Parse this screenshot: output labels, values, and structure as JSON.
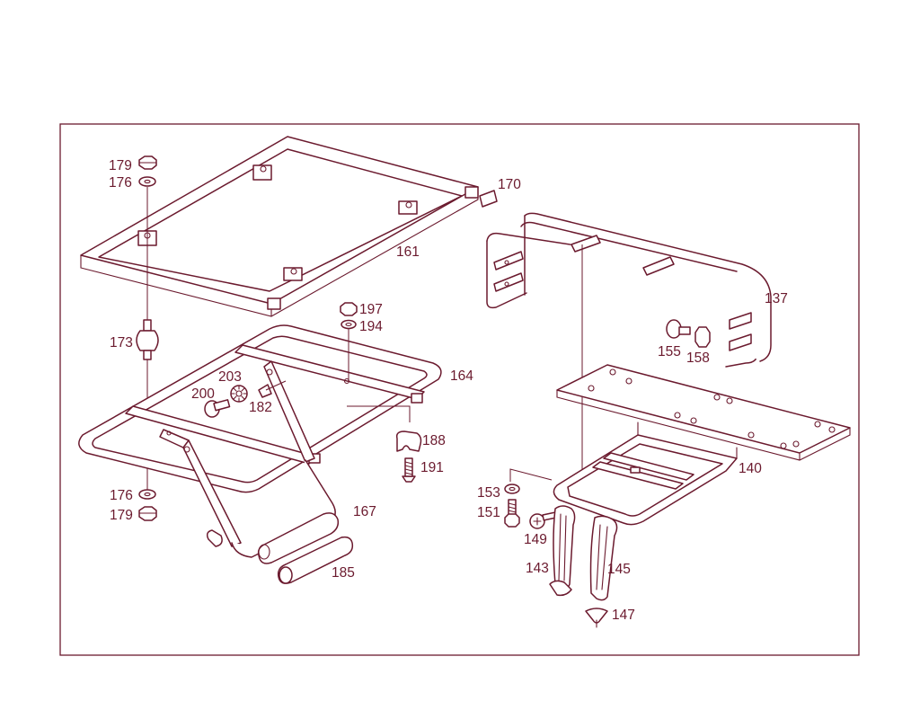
{
  "callouts": {
    "c179a": "179",
    "c176a": "176",
    "c173": "173",
    "c176b": "176",
    "c179b": "179",
    "c161": "161",
    "c170": "170",
    "c197": "197",
    "c194": "194",
    "c164": "164",
    "c203": "203",
    "c200": "200",
    "c182": "182",
    "c188": "188",
    "c191": "191",
    "c167": "167",
    "c185": "185",
    "c137": "137",
    "c155": "155",
    "c158": "158",
    "c140": "140",
    "c153": "153",
    "c151": "151",
    "c149": "149",
    "c143": "143",
    "c145": "145",
    "c147": "147"
  },
  "colors": {
    "line": "#6b1a2e",
    "background": "#ffffff"
  }
}
